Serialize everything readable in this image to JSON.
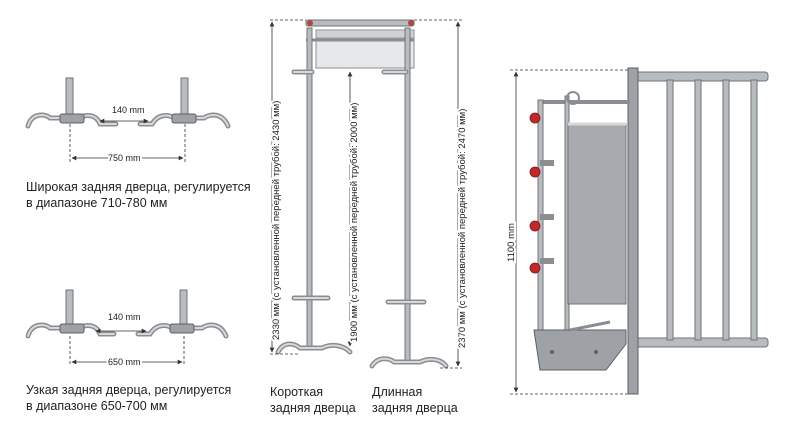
{
  "wide_gate": {
    "inner_dimension": "140 mm",
    "outer_dimension": "750 mm",
    "caption_line1": "Широкая задняя дверца, регулируется",
    "caption_line2": "в диапазоне 710-780 мм"
  },
  "narrow_gate": {
    "inner_dimension": "140 mm",
    "outer_dimension": "650 mm",
    "caption_line1": "Узкая задняя дверца, регулируется",
    "caption_line2": "в диапазоне 650-700 мм"
  },
  "short_gate": {
    "height_label": "2330 мм (с установленной передней трубой: 2430 мм)",
    "inner_label": "1900 мм (с установленной передней трубой: 2000 мм)",
    "caption_line1": "Короткая",
    "caption_line2": "задняя дверца"
  },
  "long_gate": {
    "height_label": "2370 мм (с установленной передней трубой: 2470 мм)",
    "caption_line1": "Длинная",
    "caption_line2": "задняя дверца"
  },
  "side_view": {
    "height_label": "1100 mm"
  }
}
